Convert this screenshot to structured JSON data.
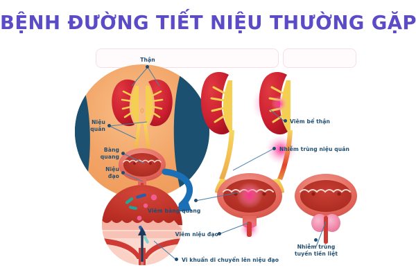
{
  "title": {
    "text": "BỆNH ĐƯỜNG TIẾT NIỆU THƯỜNG GẶP",
    "color": "#5b4bc6"
  },
  "colors": {
    "title_purple": "#5b4bc6",
    "label_navy": "#1f4e72",
    "leader_blue": "#4a7fa5",
    "body_peach": "#f2a365",
    "torso_navy": "#1b5070",
    "kidney_red": "#c8202f",
    "kidney_pelvis_gold": "#f4cf52",
    "ureter_gold": "#f6d25a",
    "bladder_rose": "#e8675f",
    "bladder_inner_red": "#c0392f",
    "bladder_wall_pink": "#f6b6ae",
    "inflammation_pink": "#ee3f8f",
    "arrow_blue": "#1b6fb5",
    "bacteria_teal": "#1fa89a",
    "bacteria_blue": "#2b5ea8",
    "bacteria_pink": "#ef5d93",
    "prostate_pink": "#f08cae",
    "background": "#ffffff"
  },
  "left_diagram": {
    "name": "urinary-system-overview",
    "labels": [
      {
        "id": "than",
        "text": "Thận",
        "lines": [
          "Thận"
        ]
      },
      {
        "id": "nieu-quan",
        "text": "Niệu quản",
        "lines": [
          "Niệu",
          "quản"
        ]
      },
      {
        "id": "bang-quang",
        "text": "Bàng quang",
        "lines": [
          "Bàng",
          "quang"
        ]
      },
      {
        "id": "nieu-dao",
        "text": "Niệu đạo",
        "lines": [
          "Niệu",
          "đạo"
        ]
      }
    ]
  },
  "zoom_inset": {
    "name": "bladder-wall-bacteria-closeup",
    "label": {
      "id": "vi-khuan",
      "text": "Vi khuẩn di chuyển lên niệu đạo"
    }
  },
  "conditions": [
    {
      "id": "viem-be-than",
      "text": "Viêm bể thận",
      "lines": [
        "Viêm bể thận"
      ]
    },
    {
      "id": "nhiem-trung-nieu-quan",
      "text": "Nhiễm trùng niệu quản",
      "lines": [
        "Nhiễm trùng niệu quản"
      ]
    },
    {
      "id": "viem-bang-quang",
      "text": "Viêm bàng quang",
      "lines": [
        "Viêm bàng quang"
      ]
    },
    {
      "id": "viem-nieu-dao",
      "text": "Viêm niệu đạo",
      "lines": [
        "Viêm niệu đạo"
      ]
    },
    {
      "id": "nhiem-trung-tuyen-tien-liet",
      "text": "Nhiễm trùng tuyến tiền liệt",
      "lines": [
        "Nhiễm trùng",
        "tuyến tiền liệt"
      ]
    }
  ]
}
